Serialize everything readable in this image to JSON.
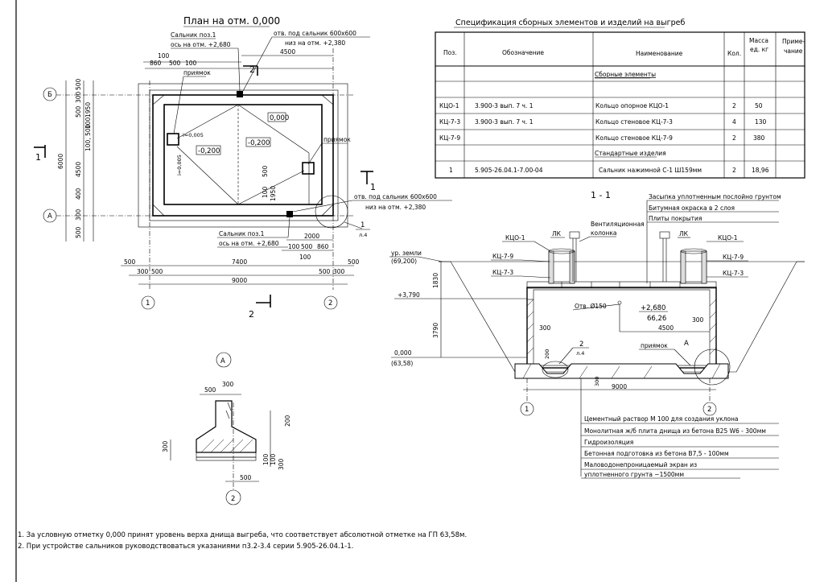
{
  "plan": {
    "title": "План на отм. 0,000",
    "axes": {
      "b": "Б",
      "a": "А",
      "n1": "1",
      "n2": "2"
    },
    "gland_top": "Сальник поз.1",
    "gland_top_axis": "ось на отм. +2,680",
    "gland_bottom": "Сальник поз.1",
    "gland_bottom_axis": "ось на отм. +2,680",
    "opening_top": "отв. под сальник 600х600",
    "opening_top_low": "низ на отм. +2,380",
    "opening_bottom": "отв. под сальник 600х600",
    "opening_bottom_low": "низ на отм. +2,380",
    "pit": "приямок",
    "pit2": "приямок",
    "level_000": "0,000",
    "level_m200a": "-0,200",
    "level_m200b": "-0,200",
    "slope1": "i=0,005",
    "slope2": "i=0,005",
    "section_1": "1",
    "section_2": "2",
    "callout_num": "1",
    "callout_sheet": "л.4",
    "dims": {
      "d100a": "100",
      "d500a": "500",
      "d100b": "100",
      "d860a": "860",
      "d4500": "4500",
      "d500l1": "500",
      "d300l": "300",
      "d500l2": "500",
      "d100l1": "100",
      "d1950l": "1950",
      "d100500": "100, 500",
      "d4500v": "4500",
      "d6000": "6000",
      "d400": "400",
      "d300l2": "300",
      "d500l3": "500",
      "d2000": "2000",
      "d100c": "100",
      "d500c": "500",
      "d860b": "860",
      "d100d": "100",
      "d500r1": "500",
      "d1950r": "1950",
      "d100r": "100",
      "d500b1": "500",
      "d300b": "300",
      "d500b2": "500",
      "d7400": "7400",
      "d500b3": "500",
      "d300b2": "300",
      "d500b4": "500",
      "d9000": "9000"
    }
  },
  "spec": {
    "title": "Спецификация сборных элементов и изделий на выгреб",
    "headers": [
      "Поз.",
      "Обозначение",
      "Наименование",
      "Кол.",
      "Масса ед. кг",
      "Приме-чание"
    ],
    "hdr_mass1": "Масса",
    "hdr_mass2": "ед. кг",
    "hdr_note1": "Приме-",
    "hdr_note2": "чание",
    "group1": "Сборные элементы",
    "group2": "Стандартные изделия",
    "rows": [
      {
        "pos": "КЦО-1",
        "code": "3.900-3 вып. 7 ч. 1",
        "name": "Кольцо опорное КЦО-1",
        "qty": "2",
        "mass": "50"
      },
      {
        "pos": "КЦ-7-3",
        "code": "3.900-3 вып. 7 ч. 1",
        "name": "Кольцо стеновое КЦ-7-3",
        "qty": "4",
        "mass": "130"
      },
      {
        "pos": "КЦ-7-9",
        "code": "",
        "name": "Кольцо стеновое КЦ-7-9",
        "qty": "2",
        "mass": "380"
      },
      {
        "pos": "1",
        "code": "5.905-26.04.1-7.00-04",
        "name": "Сальник нажимной С-1 Ш159мм",
        "qty": "2",
        "mass": "18,96"
      }
    ]
  },
  "section": {
    "title": "1 - 1",
    "note_fill": "Засыпка уплотненным послойно грунтом",
    "note_bitumen": "Битумная окраска в 2 слоя",
    "note_slabs": "Плиты покрытия",
    "vent": "Вентиляционная",
    "vent2": "колонка",
    "ring_kco_l": "КЦО-1",
    "ring_k9_l": "КЦ-7-9",
    "ring_k3_l": "КЦ-7-3",
    "ring_kco_r": "КЦО-1",
    "ring_k9_r": "КЦ-7-9",
    "ring_k3_r": "КЦ-7-3",
    "lk_l": "ЛК",
    "lk_r": "ЛК",
    "ground": "ур. земли",
    "ground_abs": "(69,200)",
    "lvl_3790": "+3,790",
    "lvl_0": "0,000",
    "lvl_0abs": "(63,58)",
    "opening": "Отв. Ø150",
    "opening_lvl": "+2,680",
    "opening_abs": "66,26",
    "pit": "приямок",
    "callout_a": "А",
    "callout_2": "2",
    "callout_sheet": "л.4",
    "dims": {
      "d1830": "1830",
      "d3790": "3790",
      "d300a": "300",
      "d300b": "300",
      "d4500": "4500",
      "d9000": "9000",
      "d200": "200",
      "d300c": "300"
    },
    "axis1": "1",
    "axis2": "2",
    "layers": [
      "Цементный раствор М 100 для создания уклона",
      "Монолитная ж/б плита днища из бетона В25 W6 - 300мм",
      "Гидроизоляция",
      "Бетонная подготовка из бетона В7,5 - 100мм",
      "Маловодонепроницаемый экран из",
      "уплотненного грунта                          ~1500мм"
    ]
  },
  "detail": {
    "title": "А",
    "axis": "2",
    "dims": {
      "d500": "500",
      "d300a": "300",
      "d200": "200",
      "d300b": "300",
      "d500b": "500",
      "d100": "100",
      "d100b": "100",
      "d300c": "300"
    }
  },
  "notes": [
    "1. За условную отметку 0,000 принят уровень верха днища выгреба, что соответствует абсолютной отметке  на ГП 63,58м.",
    "2. При устройстве сальников руководствоваться указаниями п3.2-3.4 серии 5.905-26.04.1-1."
  ]
}
